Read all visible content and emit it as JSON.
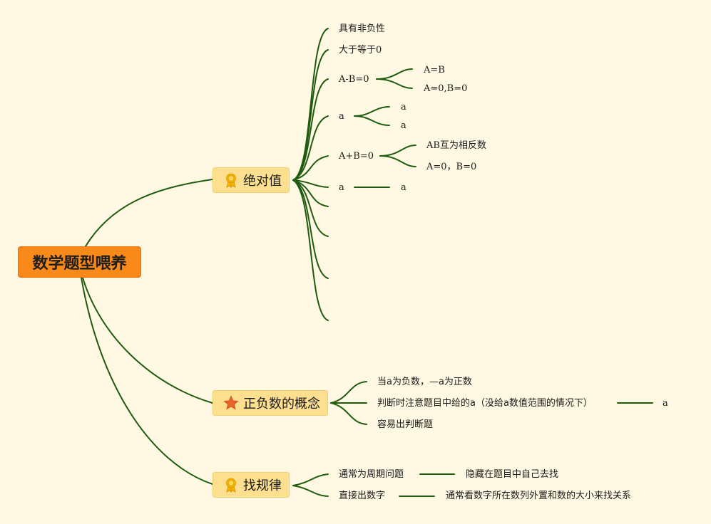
{
  "root": {
    "label": "数学题型喂养"
  },
  "branches": {
    "abs": {
      "label": "绝对值",
      "icon": "ribbon-medal-icon",
      "items": {
        "nonneg": "具有非负性",
        "gte0": "大于等于0",
        "amb": {
          "label": "A-B=0",
          "children": [
            "A=B",
            "A=0,B=0"
          ]
        },
        "a_split": {
          "label": "a",
          "children": [
            "a",
            "a"
          ]
        },
        "apb": {
          "label": "A+B=0",
          "children": [
            "AB互为相反数",
            "A=0，B=0"
          ]
        },
        "a_line": {
          "label": "a",
          "child": "a"
        }
      }
    },
    "posneg": {
      "label": "正负数的概念",
      "icon": "star-icon",
      "items": {
        "i1": "当a为负数，—a为正数",
        "i2": {
          "label": "判断时注意题目中给的a（没给a数值范围的情况下）",
          "child": "a"
        },
        "i3": "容易出判断题"
      }
    },
    "pattern": {
      "label": "找规律",
      "icon": "ribbon-medal-icon",
      "items": {
        "p1": {
          "label": "通常为周期问题",
          "child": "隐藏在题目中自己去找"
        },
        "p2": {
          "label": "直接出数字",
          "child": "通常看数字所在数列外置和数的大小来找关系"
        }
      }
    }
  },
  "colors": {
    "background": "#fff8e3",
    "line": "#1f5b0f",
    "root_fill": "#f98a19",
    "branch_fill": "#fde08f",
    "medal": "#f5b400",
    "star": "#e8652a"
  }
}
